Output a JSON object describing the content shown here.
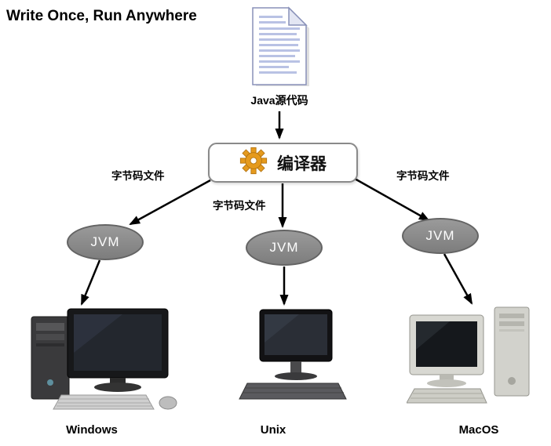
{
  "title": "Write Once, Run Anywhere",
  "source": {
    "label": "Java源代码",
    "icon": "document-icon"
  },
  "compiler": {
    "label": "编译器",
    "icon": "gear-icon"
  },
  "edges": {
    "bytecode_labels": [
      "字节码文件",
      "字节码文件",
      "字节码文件"
    ]
  },
  "jvm_nodes": [
    {
      "label": "JVM"
    },
    {
      "label": "JVM"
    },
    {
      "label": "JVM"
    }
  ],
  "platforms": [
    {
      "label": "Windows"
    },
    {
      "label": "Unix"
    },
    {
      "label": "MacOS"
    }
  ],
  "colors": {
    "gear": "#E59A1D",
    "gear_outline": "#B37412",
    "jvm_fill": "#8C8C8C",
    "jvm_border": "#646464",
    "jvm_text": "#FDFDFD",
    "arrow": "#000000",
    "paper_lines": "#B9C2E4",
    "paper_border": "#8890B8"
  }
}
